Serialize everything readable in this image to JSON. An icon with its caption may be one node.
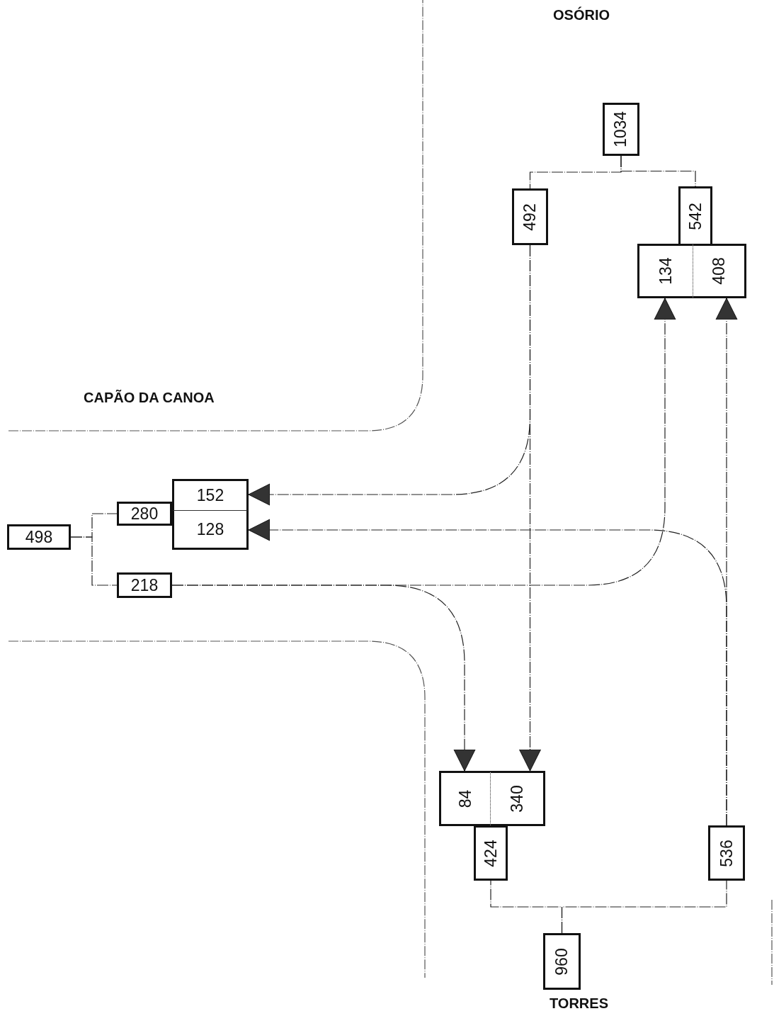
{
  "diagram": {
    "nodes": [
      {
        "text": [
          "1034"
        ]
      },
      {
        "text": [
          "492"
        ]
      },
      {
        "text": [
          "542"
        ]
      },
      {
        "text": [
          "134"
        ]
      },
      {
        "text": [
          "408"
        ]
      },
      {
        "text": [
          "152"
        ]
      },
      {
        "text": [
          "128"
        ]
      },
      {
        "text": [
          "280"
        ]
      },
      {
        "text": [
          "498"
        ]
      },
      {
        "text": [
          "218"
        ]
      },
      {
        "text": [
          "84"
        ]
      },
      {
        "text": [
          "340"
        ]
      },
      {
        "text": [
          "424"
        ]
      },
      {
        "text": [
          "536"
        ]
      },
      {
        "text": [
          "960"
        ]
      }
    ],
    "edges": [
      {
        "from": 0,
        "to": 1,
        "arrow": "none"
      },
      {
        "from": 0,
        "to": 2,
        "arrow": "none"
      },
      {
        "from": 8,
        "to": 7,
        "arrow": "none"
      },
      {
        "from": 8,
        "to": 9,
        "arrow": "none"
      },
      {
        "from": 14,
        "to": 12,
        "arrow": "none"
      },
      {
        "from": 14,
        "to": 13,
        "arrow": "none"
      },
      {
        "from": 1,
        "to": 5,
        "arrow": "to"
      },
      {
        "from": 1,
        "to": 11,
        "arrow": "to"
      },
      {
        "from": 9,
        "to": 3,
        "arrow": "to"
      },
      {
        "from": 9,
        "to": 10,
        "arrow": "to"
      },
      {
        "from": 13,
        "to": 4,
        "arrow": "to"
      },
      {
        "from": 13,
        "to": 6,
        "arrow": "to"
      }
    ],
    "labels": [
      "OSÓRIO",
      "CAPÃO DA CANOA",
      "TORRES"
    ]
  }
}
